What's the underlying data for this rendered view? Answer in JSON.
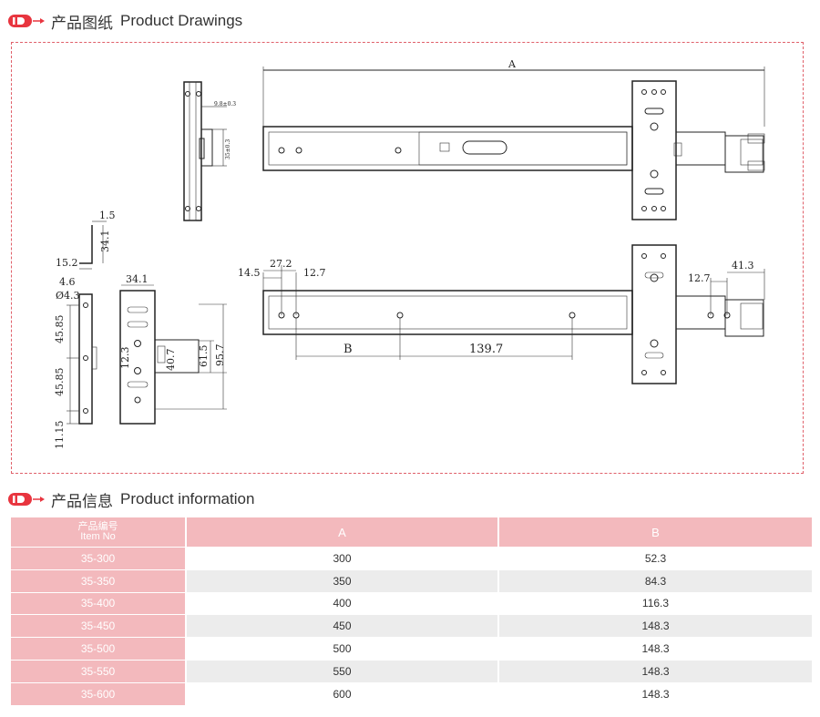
{
  "drawings_section": {
    "title_cn": "产品图纸",
    "title_en": "Product Drawings"
  },
  "info_section": {
    "title_cn": "产品信息",
    "title_en": "Product information"
  },
  "brand": {
    "accent_color": "#e8353f",
    "table_header_color": "#f3b9bd",
    "frame_color": "#e0606a"
  },
  "drawing_labels": {
    "A": "A",
    "B": "B",
    "d_9_8": "9.8±0.3",
    "d_35": "35±0.3",
    "d_1_5": "1.5",
    "d_34_1_side": "34.1",
    "d_15_2": "15.2",
    "d_4_6": "4.6",
    "d_phi_4_3": "Ø4.3",
    "d_45_85_a": "45.85",
    "d_45_85_b": "45.85",
    "d_11_15": "11.15",
    "d_34_1_top": "34.1",
    "d_12_3": "12.3",
    "d_40_7": "40.7",
    "d_61_5": "61.5",
    "d_95_7": "95.7",
    "d_14_5": "14.5",
    "d_27_2": "27.2",
    "d_12_7_left": "12.7",
    "d_12_7_right": "12.7",
    "d_41_3": "41.3",
    "d_139_7": "139.7"
  },
  "table": {
    "header": {
      "item_cn": "产品编号",
      "item_en": "Item  No",
      "col_a": "A",
      "col_b": "B"
    },
    "rows": [
      {
        "item": "35-300",
        "a": "300",
        "b": "52.3"
      },
      {
        "item": "35-350",
        "a": "350",
        "b": "84.3"
      },
      {
        "item": "35-400",
        "a": "400",
        "b": "116.3"
      },
      {
        "item": "35-450",
        "a": "450",
        "b": "148.3"
      },
      {
        "item": "35-500",
        "a": "500",
        "b": "148.3"
      },
      {
        "item": "35-550",
        "a": "550",
        "b": "148.3"
      },
      {
        "item": "35-600",
        "a": "600",
        "b": "148.3"
      }
    ]
  }
}
